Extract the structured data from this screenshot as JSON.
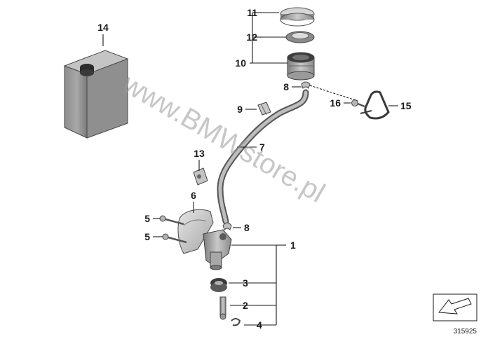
{
  "watermark": "www.BMWstore.pl",
  "document_number": "315925",
  "callouts": {
    "c1": "1",
    "c2": "2",
    "c3": "3",
    "c4": "4",
    "c5a": "5",
    "c5b": "5",
    "c6": "6",
    "c7": "7",
    "c8a": "8",
    "c8b": "8",
    "c9": "9",
    "c10": "10",
    "c11": "11",
    "c12": "12",
    "c13": "13",
    "c14": "14",
    "c15": "15",
    "c16": "16"
  }
}
